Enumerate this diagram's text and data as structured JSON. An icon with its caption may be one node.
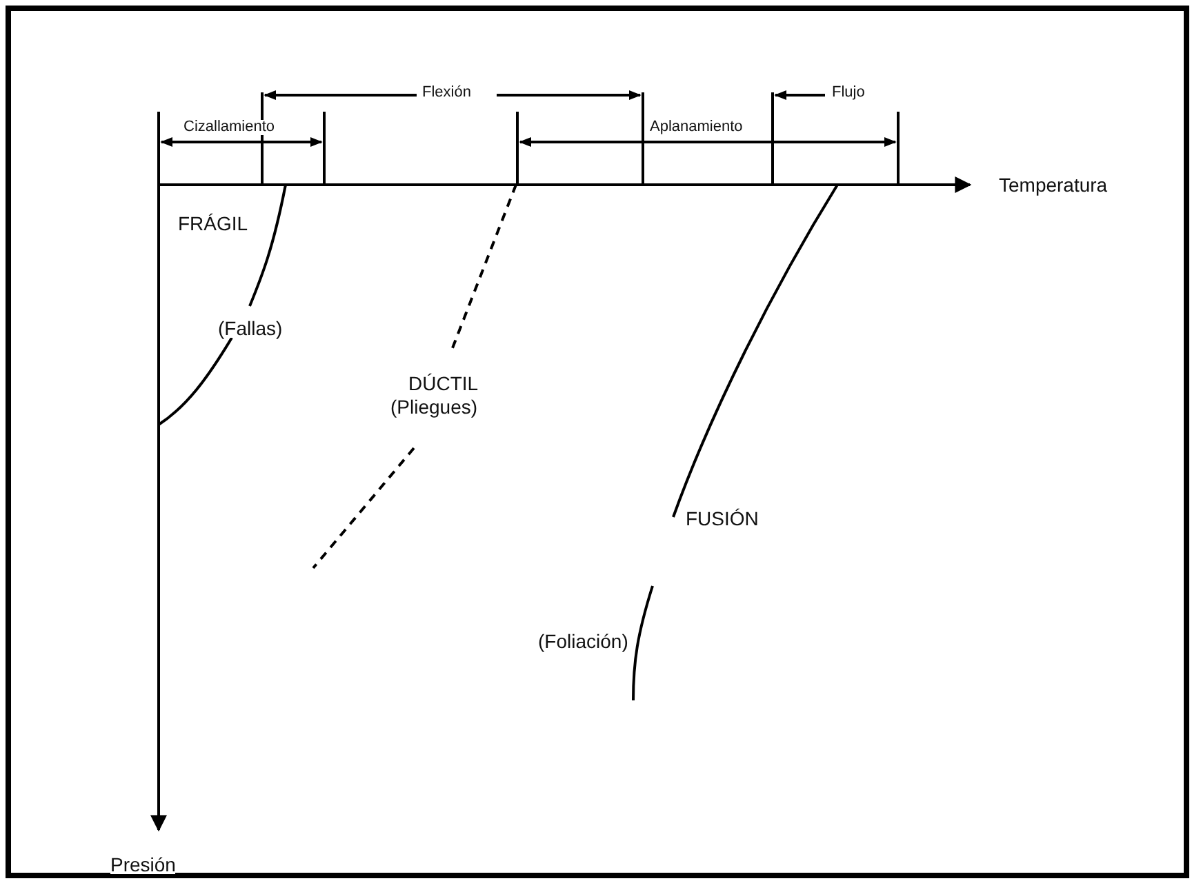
{
  "diagram": {
    "labels": [
      "Flexión",
      "Flujo",
      "Cizallamiento",
      "Aplanamiento",
      "Temperatura",
      "FRÁGIL",
      "(Fallas)",
      "DÚCTIL",
      "(Pliegues)",
      "FUSIÓN",
      "(Foliación)",
      "Presión"
    ]
  }
}
